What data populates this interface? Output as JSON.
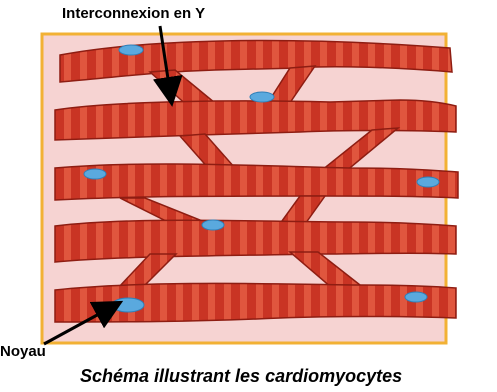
{
  "diagram": {
    "labels": {
      "interconnection": "Interconnexion en Y",
      "nucleus": "Noyau"
    },
    "caption": "Schéma illustrant les cardiomyocytes"
  },
  "colors": {
    "frame_border": "#f2b134",
    "frame_fill": "#f6d3d2",
    "fiber_base": "#c93424",
    "fiber_stripe": "#e0563e",
    "fiber_edge": "#8e1d12",
    "nucleus": "#5aa9de",
    "arrow": "#000000"
  }
}
